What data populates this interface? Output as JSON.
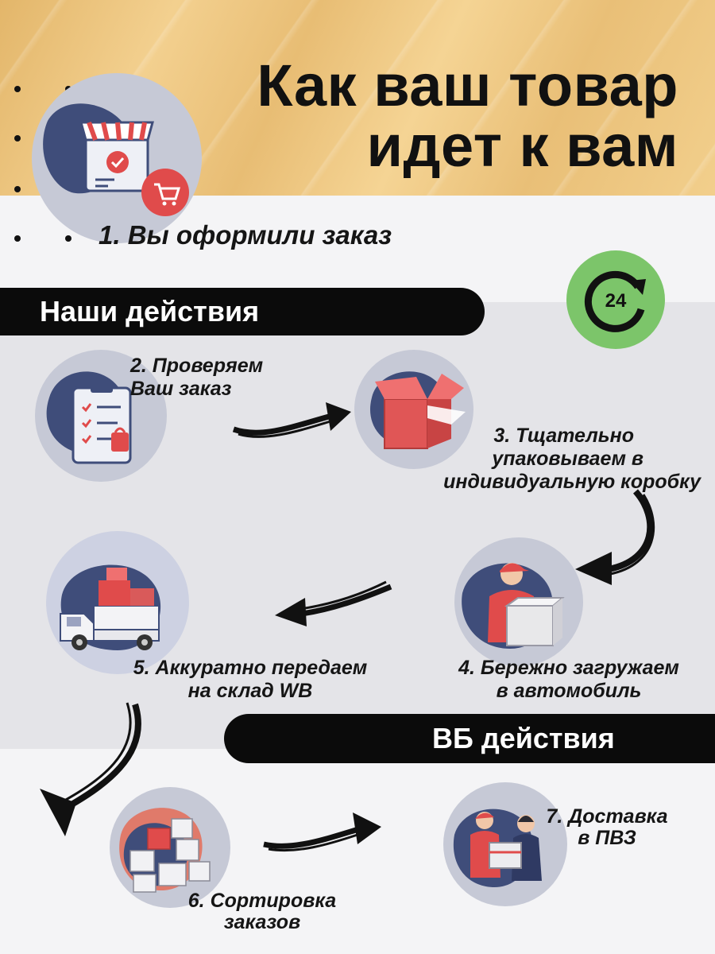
{
  "title": {
    "line1": "Как ваш товар",
    "line2": "идет к вам"
  },
  "steps": {
    "s1": "1. Вы оформили заказ",
    "s2_line1": "2. Проверяем",
    "s2_line2": "Ваш заказ",
    "s3_line1": "3. Тщательно",
    "s3_line2": "упаковываем  в",
    "s3_line3": "индивидуальную коробку",
    "s4_line1": "4. Бережно загружаем",
    "s4_line2": "в автомобиль",
    "s5_line1": "5. Аккуратно передаем",
    "s5_line2": "на склад WB",
    "s6_line1": "6. Сортировка",
    "s6_line2": "заказов",
    "s7_line1": "7. Доставка",
    "s7_line2": "в ПВЗ"
  },
  "sections": {
    "our_actions": "Наши действия",
    "wb_actions": "ВБ действия"
  },
  "badge": {
    "label": "24"
  },
  "colors": {
    "red": "#e04b4b",
    "navy": "#3f4d7a",
    "green": "#7cc56a",
    "black": "#0b0b0b"
  }
}
